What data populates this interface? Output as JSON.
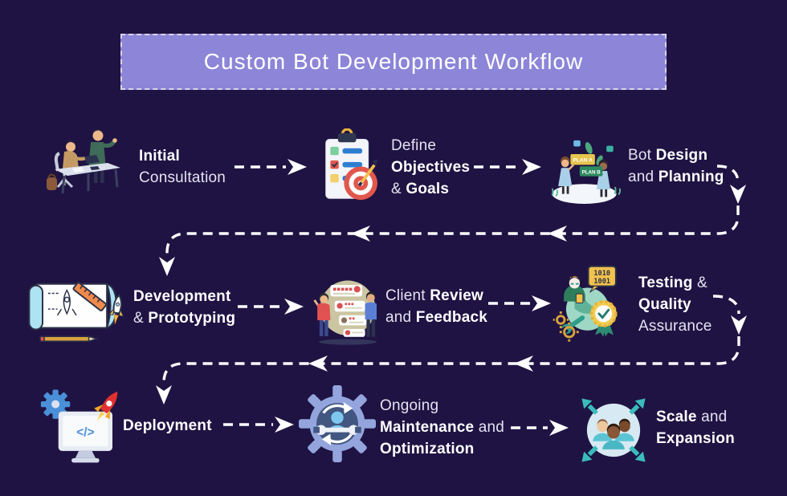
{
  "title": "Custom Bot Development Workflow",
  "colors": {
    "background": "#1f1343",
    "banner_background": "#8c85d8",
    "banner_border": "#d9d6ee",
    "connector": "#ffffff",
    "text_bold": "#ffffff",
    "text_regular": "#e4e3f0"
  },
  "icon_texts": {
    "plan_a": "PLAN A",
    "plan_b": "PLAN B",
    "binary_row1": "1010",
    "binary_row2": "1001",
    "code_symbol": "</>"
  },
  "steps": [
    {
      "name": "initial-consultation",
      "icon": "consultation-meeting-icon",
      "lines": [
        [
          {
            "t": "Initial",
            "b": 1
          }
        ],
        [
          {
            "t": "Consultation",
            "b": 0
          }
        ]
      ]
    },
    {
      "name": "define-objectives-goals",
      "icon": "clipboard-target-icon",
      "lines": [
        [
          {
            "t": "Define",
            "b": 0
          }
        ],
        [
          {
            "t": "Objectives",
            "b": 1
          }
        ],
        [
          {
            "t": "& ",
            "b": 0
          },
          {
            "t": "Goals",
            "b": 1
          }
        ]
      ]
    },
    {
      "name": "bot-design-planning",
      "icon": "plan-comparison-icon",
      "lines": [
        [
          {
            "t": "Bot ",
            "b": 0
          },
          {
            "t": "Design",
            "b": 1
          }
        ],
        [
          {
            "t": "and ",
            "b": 0
          },
          {
            "t": "Planning",
            "b": 1
          }
        ]
      ]
    },
    {
      "name": "development-prototyping",
      "icon": "blueprint-rocket-icon",
      "lines": [
        [
          {
            "t": "Development",
            "b": 1
          }
        ],
        [
          {
            "t": "& ",
            "b": 0
          },
          {
            "t": "Prototyping",
            "b": 1
          }
        ]
      ]
    },
    {
      "name": "client-review-feedback",
      "icon": "customer-reviews-icon",
      "lines": [
        [
          {
            "t": "Client ",
            "b": 0
          },
          {
            "t": "Review",
            "b": 1
          }
        ],
        [
          {
            "t": "and ",
            "b": 0
          },
          {
            "t": "Feedback",
            "b": 1
          }
        ]
      ]
    },
    {
      "name": "testing-quality-assurance",
      "icon": "qa-globe-badge-icon",
      "lines": [
        [
          {
            "t": "Testing",
            "b": 1
          },
          {
            "t": " &",
            "b": 0
          }
        ],
        [
          {
            "t": "Quality",
            "b": 1
          }
        ],
        [
          {
            "t": "Assurance",
            "b": 0
          }
        ]
      ]
    },
    {
      "name": "deployment",
      "icon": "deployment-monitor-rocket-icon",
      "lines": [
        [
          {
            "t": "Deployment",
            "b": 1
          }
        ]
      ]
    },
    {
      "name": "ongoing-maintenance-optimization",
      "icon": "maintenance-gear-icon",
      "lines": [
        [
          {
            "t": "Ongoing",
            "b": 0
          }
        ],
        [
          {
            "t": "Maintenance",
            "b": 1
          },
          {
            "t": " and",
            "b": 0
          }
        ],
        [
          {
            "t": "Optimization",
            "b": 1
          }
        ]
      ]
    },
    {
      "name": "scale-expansion",
      "icon": "scale-expansion-icon",
      "lines": [
        [
          {
            "t": "Scale",
            "b": 1
          },
          {
            "t": " and",
            "b": 0
          }
        ],
        [
          {
            "t": "Expansion",
            "b": 1
          }
        ]
      ]
    }
  ]
}
